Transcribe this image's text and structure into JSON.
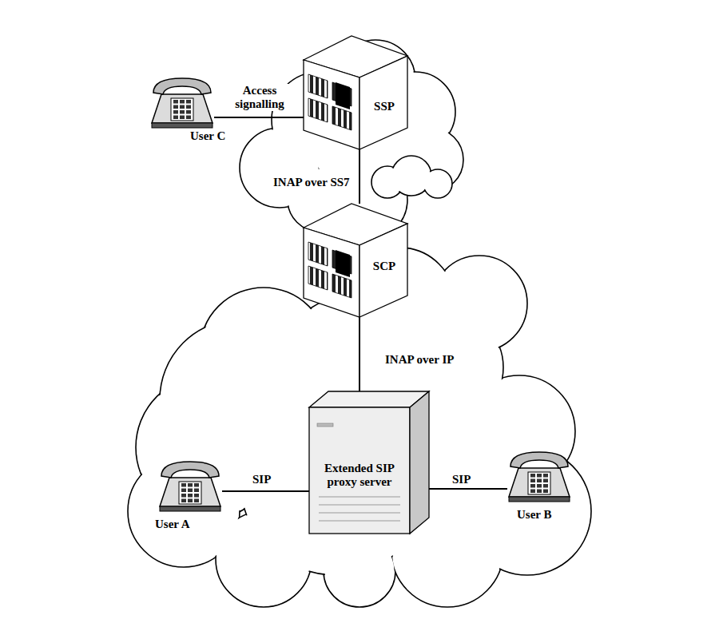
{
  "diagram": {
    "nodes": [
      {
        "text": [
          "SSP"
        ]
      },
      {
        "text": [
          "User C"
        ]
      },
      {
        "text": [
          "SCP"
        ]
      },
      {
        "text": [
          "Extended SIP proxy server"
        ]
      },
      {
        "text": [
          "User A"
        ]
      },
      {
        "text": [
          "User B"
        ]
      }
    ],
    "edges": [
      {
        "from": 1,
        "to": 0,
        "arrow": "none",
        "label": "Access signalling"
      },
      {
        "from": 0,
        "to": 2,
        "arrow": "none",
        "label": "INAP over SS7"
      },
      {
        "from": 2,
        "to": 3,
        "arrow": "none",
        "label": "INAP over IP"
      },
      {
        "from": 4,
        "to": 3,
        "arrow": "none",
        "label": "SIP"
      },
      {
        "from": 3,
        "to": 5,
        "arrow": "none",
        "label": "SIP"
      }
    ]
  }
}
